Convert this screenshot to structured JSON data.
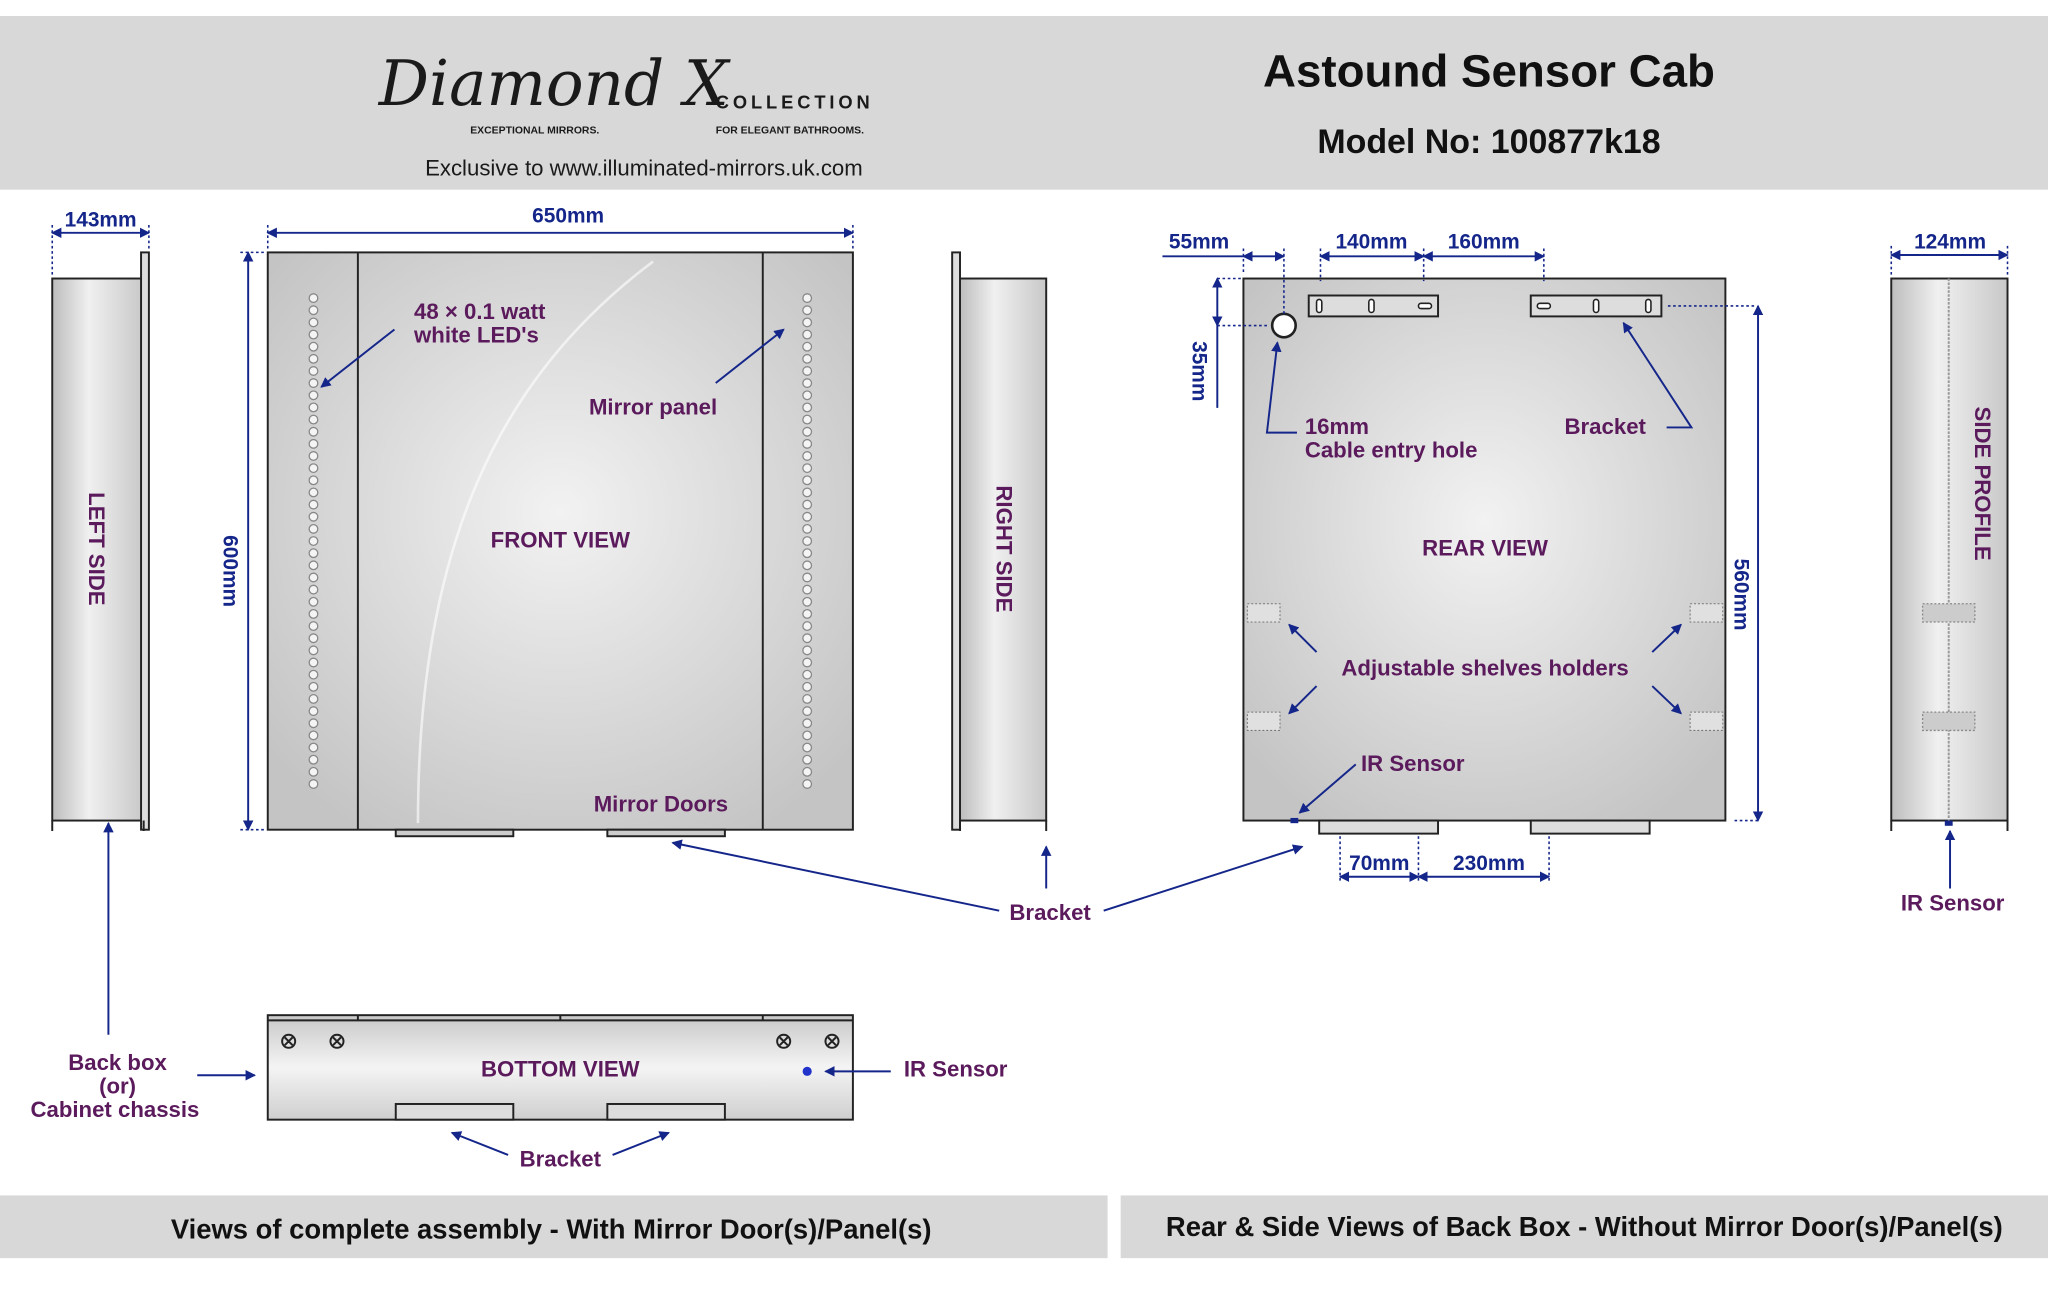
{
  "header": {
    "logo": {
      "brand": "Diamond X",
      "collection": "COLLECTION",
      "tagline_left": "EXCEPTIONAL MIRRORS.",
      "tagline_right": "FOR ELEGANT BATHROOMS."
    },
    "exclusive": "Exclusive to www.illuminated-mirrors.uk.com",
    "title": "Astound Sensor Cab",
    "model": "Model No: 100877k18"
  },
  "left_side": {
    "label": "LEFT SIDE",
    "depth": "143mm"
  },
  "front_view": {
    "label": "FRONT VIEW",
    "width": "650mm",
    "height": "600mm",
    "led_line1": "48 × 0.1 watt",
    "led_line2": "white LED's",
    "mirror_panel": "Mirror panel",
    "mirror_doors": "Mirror Doors"
  },
  "right_side": {
    "label": "RIGHT SIDE"
  },
  "bracket_label": "Bracket",
  "rear_view": {
    "label": "REAR VIEW",
    "dim_55": "55mm",
    "dim_140": "140mm",
    "dim_160": "160mm",
    "dim_35": "35mm",
    "dim_560": "560mm",
    "dim_70": "70mm",
    "dim_230": "230mm",
    "hole_line1": "16mm",
    "hole_line2": "Cable entry hole",
    "bracket": "Bracket",
    "shelves": "Adjustable shelves holders",
    "ir_sensor": "IR Sensor"
  },
  "side_profile": {
    "label": "SIDE PROFILE",
    "depth": "124mm",
    "ir_sensor": "IR Sensor"
  },
  "bottom_view": {
    "label": "BOTTOM VIEW",
    "ir_sensor": "IR Sensor",
    "bracket": "Bracket",
    "backbox_line1": "Back box",
    "backbox_line2": "(or)",
    "backbox_line3": "Cabinet chassis"
  },
  "footer": {
    "left": "Views of complete assembly - With Mirror Door(s)/Panel(s)",
    "right": "Rear & Side Views of Back Box - Without Mirror Door(s)/Panel(s)"
  },
  "colors": {
    "dimension": "#15268a",
    "label": "#5b1a5c",
    "band": "#d8d8d8"
  }
}
